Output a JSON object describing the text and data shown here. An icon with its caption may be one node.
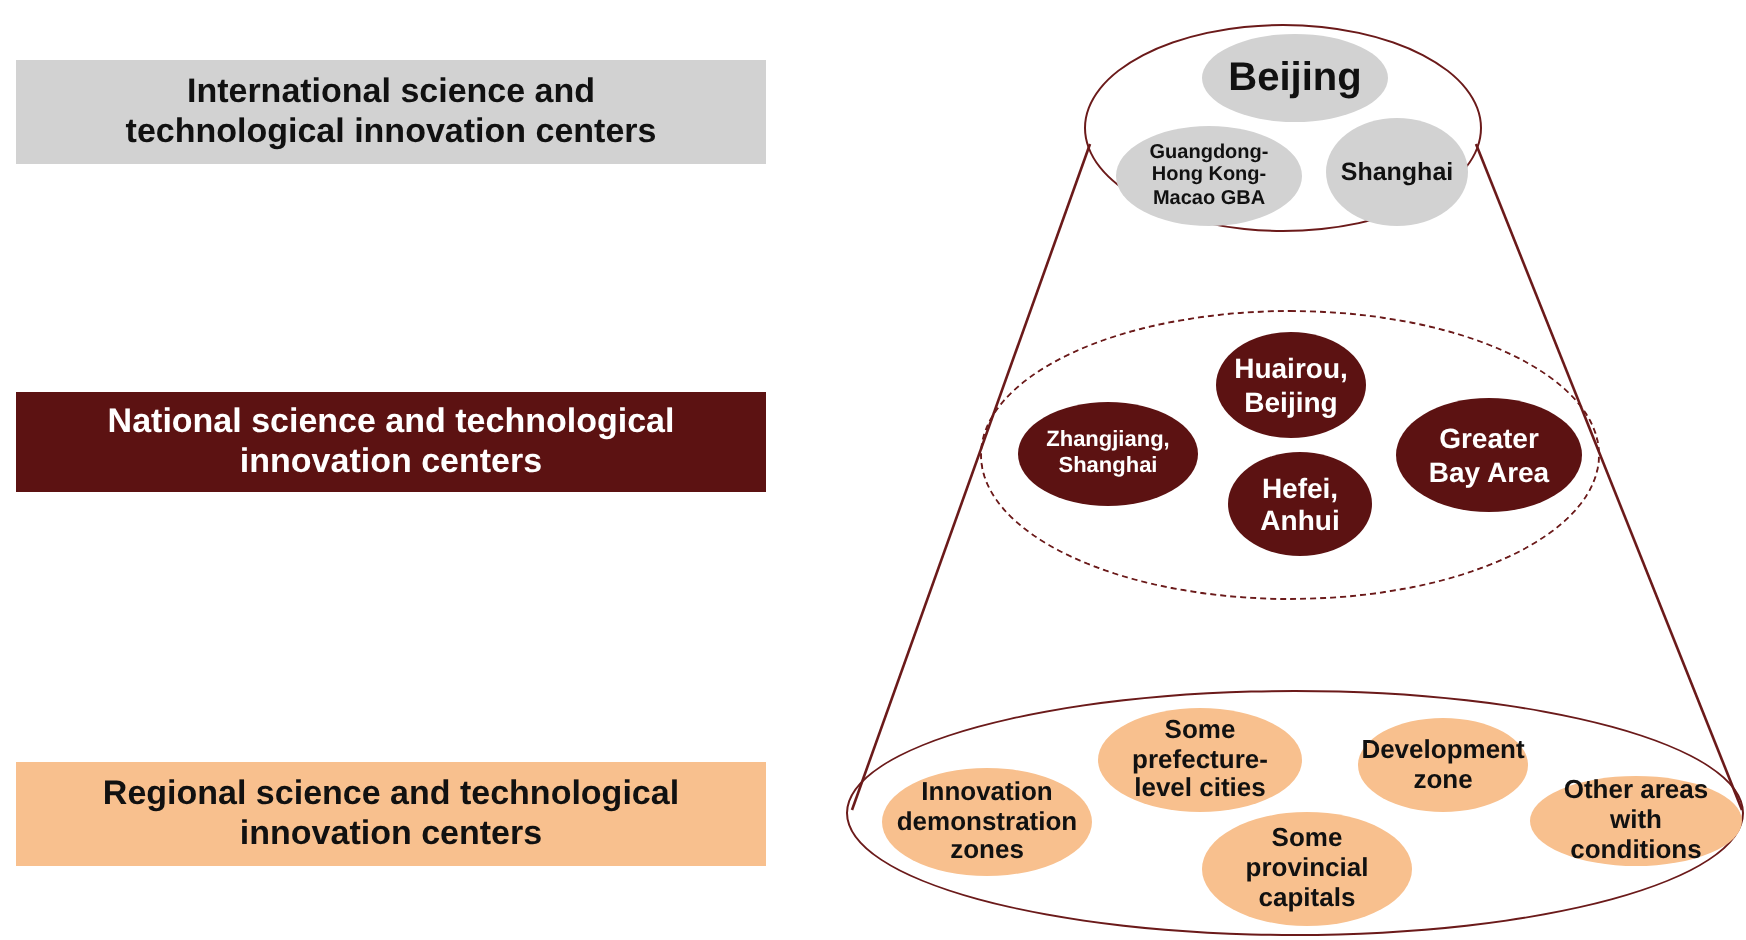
{
  "diagram": {
    "nodes": [
      {
        "text": [
          "International science and technological innovation centers"
        ]
      },
      {
        "text": [
          "National science and technological innovation centers"
        ]
      },
      {
        "text": [
          "Regional science and technological innovation centers"
        ]
      },
      {
        "text": [],
        "shape": "circle"
      },
      {
        "text": [
          "Beijing"
        ],
        "in": 3
      },
      {
        "text": [
          "Guangdong-Hong Kong-Macao GBA"
        ],
        "in": 3
      },
      {
        "text": [
          "Shanghai"
        ],
        "in": 3
      },
      {
        "text": [],
        "shape": "circle"
      },
      {
        "text": [
          "Huairou, Beijing"
        ],
        "in": 7
      },
      {
        "text": [
          "Zhangjiang, Shanghai"
        ],
        "in": 7
      },
      {
        "text": [
          "Greater Bay Area"
        ],
        "in": 7
      },
      {
        "text": [
          "Hefei, Anhui"
        ],
        "in": 7
      },
      {
        "text": [],
        "shape": "circle"
      },
      {
        "text": [
          "Innovation demonstration zones"
        ],
        "in": 12
      },
      {
        "text": [
          "Some prefecture-level cities"
        ],
        "in": 12
      },
      {
        "text": [
          "Some provincial capitals"
        ],
        "in": 12
      },
      {
        "text": [
          "Development zone"
        ],
        "in": 12
      },
      {
        "text": [
          "Other areas with conditions"
        ],
        "in": 12
      }
    ]
  }
}
